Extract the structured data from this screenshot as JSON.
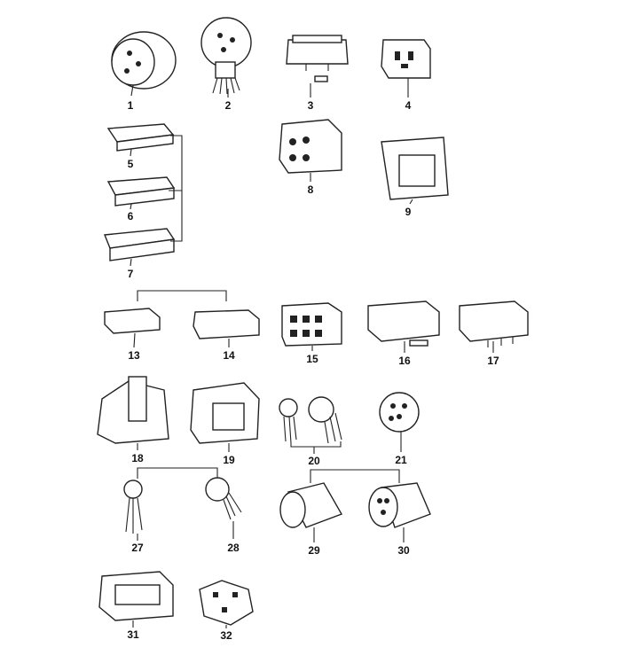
{
  "labels": [
    "1",
    "2",
    "3",
    "4",
    "5",
    "6",
    "7",
    "8",
    "9",
    "13",
    "14",
    "15",
    "16",
    "17",
    "18",
    "19",
    "20",
    "21",
    "27",
    "28",
    "29",
    "30",
    "31",
    "32"
  ]
}
